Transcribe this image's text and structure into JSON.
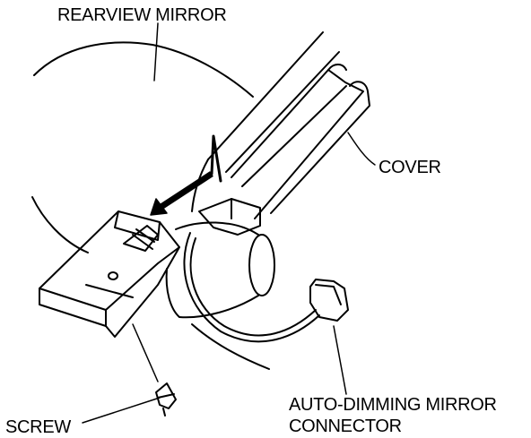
{
  "labels": {
    "rearview_mirror": "REARVIEW MIRROR",
    "cover": "COVER",
    "connector_line1": "AUTO-DIMMING MIRROR",
    "connector_line2": "CONNECTOR",
    "screw": "SCREW"
  },
  "colors": {
    "ink": "#000000",
    "paper": "#ffffff"
  }
}
